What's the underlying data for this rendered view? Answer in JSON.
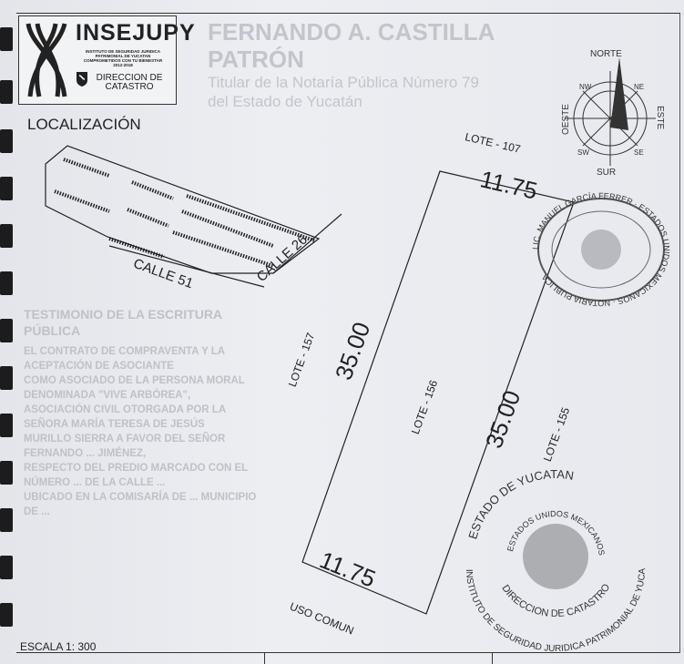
{
  "header": {
    "institution": "INSEJUPY",
    "institution_full": "INSTITUTO DE SEGURIDAD JURIDICA PATRIMONIAL DE YUCATAN",
    "motto": "COMPROMETIDOS CON TU BIENESTAR",
    "period": "2012-2018",
    "department": "DIRECCION DE CATASTRO"
  },
  "location_label": "LOCALIZACIÓN",
  "streets": [
    "CALLE 51",
    "CALLE 26"
  ],
  "lot": {
    "name": "LOTE - 156",
    "top": "11.75",
    "bottom": "11.75",
    "left": "35.00",
    "right": "35.00",
    "neighbors": {
      "north": "LOTE - 107",
      "west": "LOTE - 157",
      "east": "LOTE - 155",
      "south": "USO COMUN"
    }
  },
  "compass": {
    "north": "NORTE",
    "south": "SUR",
    "east": "ESTE",
    "west": "OESTE",
    "ne": "NE",
    "nw": "NW",
    "se": "SE",
    "sw": "SW"
  },
  "stamps": {
    "notary": "LIC. MANUEL GARCÍA FERRER · ESTADOS UNIDOS MEXICANOS · NOTARIA PUBLICA",
    "seal_outer": "ESTADO DE YUCATAN",
    "seal_inner": "ESTADOS UNIDOS MEXICANOS",
    "seal_ring_left": "INSTITUTO DE SEGURIDAD JURIDICA PATRIMONIAL DE YUCATAN",
    "seal_bottom": "DIRECCION DE CATASTRO"
  },
  "bleed_through": {
    "line1": "FERNANDO A. CASTILLA PATRÓN",
    "line2": "Titular de la Notaría Pública Número 79",
    "line3": "del Estado de Yucatán",
    "line4": "TESTIMONIO DE LA ESCRITURA PÚBLICA",
    "para": [
      "EL CONTRATO DE COMPRAVENTA Y LA ACEPTACIÓN DE ASOCIANTE",
      "COMO ASOCIADO DE LA PERSONA MORAL DENOMINADA \"VIVE ARBÓREA\",",
      "ASOCIACIÓN CIVIL OTORGADA POR LA SEÑORA MARÍA TERESA DE JESÚS",
      "MURILLO SIERRA A FAVOR DEL SEÑOR FERNANDO ... JIMÉNEZ,",
      "RESPECTO DEL PREDIO MARCADO CON EL NÚMERO ... DE LA CALLE ...",
      "UBICADO EN LA COMISARÍA DE ... MUNICIPIO DE ..."
    ]
  },
  "scale": "ESCALA  1: 300"
}
